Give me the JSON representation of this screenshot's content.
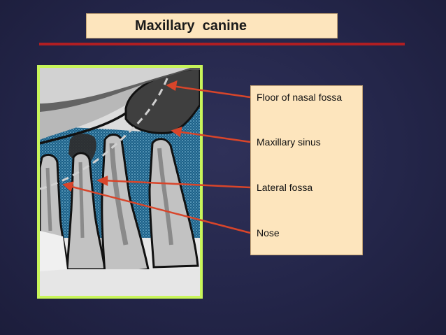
{
  "title": "Maxillary  canine",
  "labels": [
    "Floor of nasal fossa",
    "Maxillary sinus",
    "Lateral  fossa",
    "Nose"
  ],
  "colors": {
    "background": "#24264a",
    "title_box": "#fde5bd",
    "rule": "#b01e22",
    "frame": "#c8f55a",
    "arrow": "#d8452a",
    "bone": "#2e7fa8",
    "nasal_floor": "#3f3f3f",
    "tooth": "#bfbfbf"
  }
}
